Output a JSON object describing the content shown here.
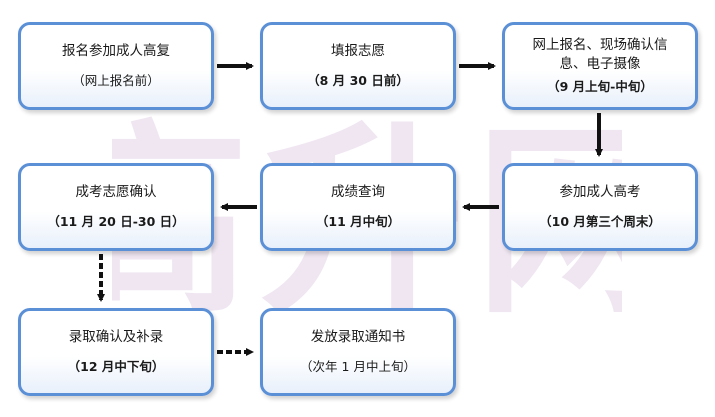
{
  "steps": [
    {
      "title": "报名参加成人高复",
      "time": "（网上报名前）"
    },
    {
      "title": "填报志愿",
      "time": "（8 月 30 日前）"
    },
    {
      "title": "网上报名、现场确认信息、电子摄像",
      "title_line1": "网上报名、现场确认信",
      "title_line2": "息、电子摄像",
      "time": "（9 月上旬-中旬）"
    },
    {
      "title": "成考志愿确认",
      "time": "（11 月 20 日-30 日）"
    },
    {
      "title": "成绩查询",
      "time": "（11 月中旬）"
    },
    {
      "title": "参加成人高考",
      "time": "（10 月第三个周末）"
    },
    {
      "title": "录取确认及补录",
      "time": "（12 月中下旬）"
    },
    {
      "title": "发放录取通知书",
      "time": "（次年 1 月中上旬）"
    }
  ],
  "watermark_text": "高升网",
  "colors": {
    "box_border": "#5b8fd6",
    "arrow": "#111111",
    "watermark": "#b88fc7"
  }
}
